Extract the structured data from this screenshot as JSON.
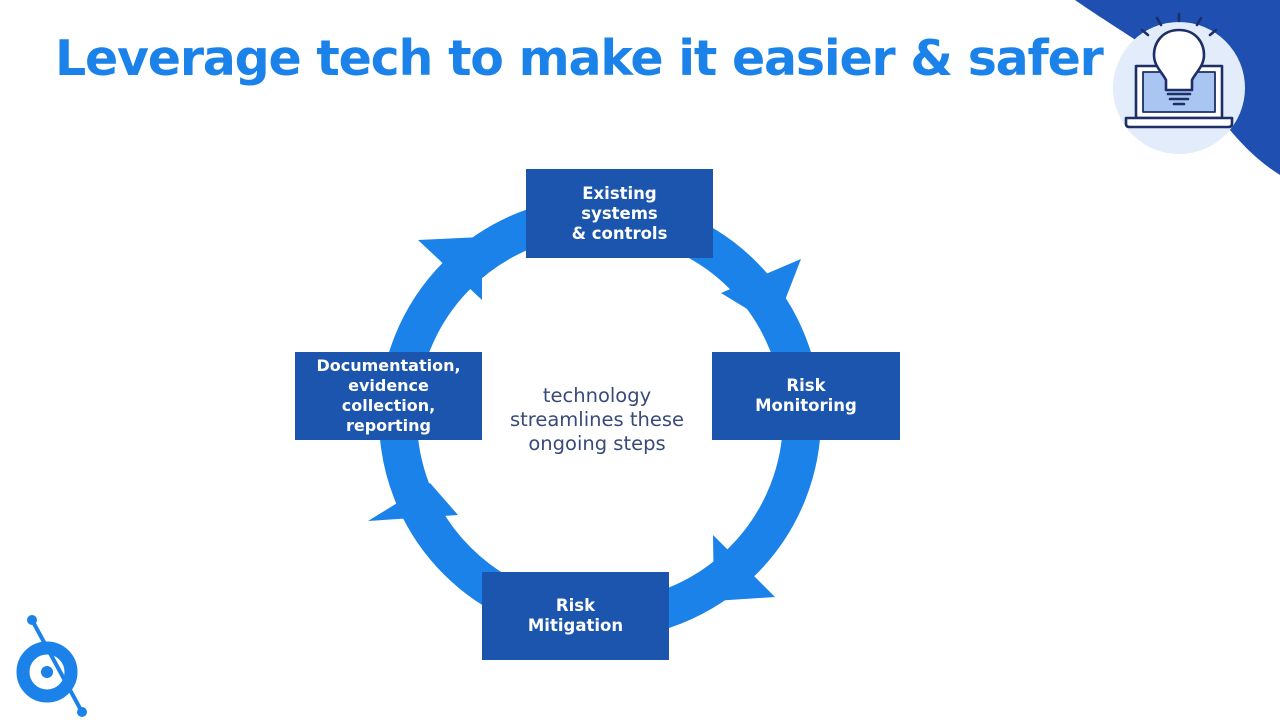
{
  "slide": {
    "title": "Leverage tech to make it easier & safer"
  },
  "cycle": {
    "center_text": "technology\nstreamlines these\nongoing steps",
    "steps": [
      {
        "label": "Existing\nsystems\n& controls"
      },
      {
        "label": "Risk\nMonitoring"
      },
      {
        "label": "Risk\nMitigation"
      },
      {
        "label": "Documentation,\nevidence\ncollection,\nreporting"
      }
    ]
  },
  "icons": {
    "corner": "lightbulb-laptop-icon",
    "logo": "brand-logo-icon"
  },
  "colors": {
    "title": "#1a82e8",
    "ring": "#1a82e8",
    "box": "#1b55ad",
    "box_text": "#ffffff",
    "center_text": "#3a4a78",
    "corner_dark": "#1f4fb0",
    "corner_circle": "#e2ecfb"
  }
}
